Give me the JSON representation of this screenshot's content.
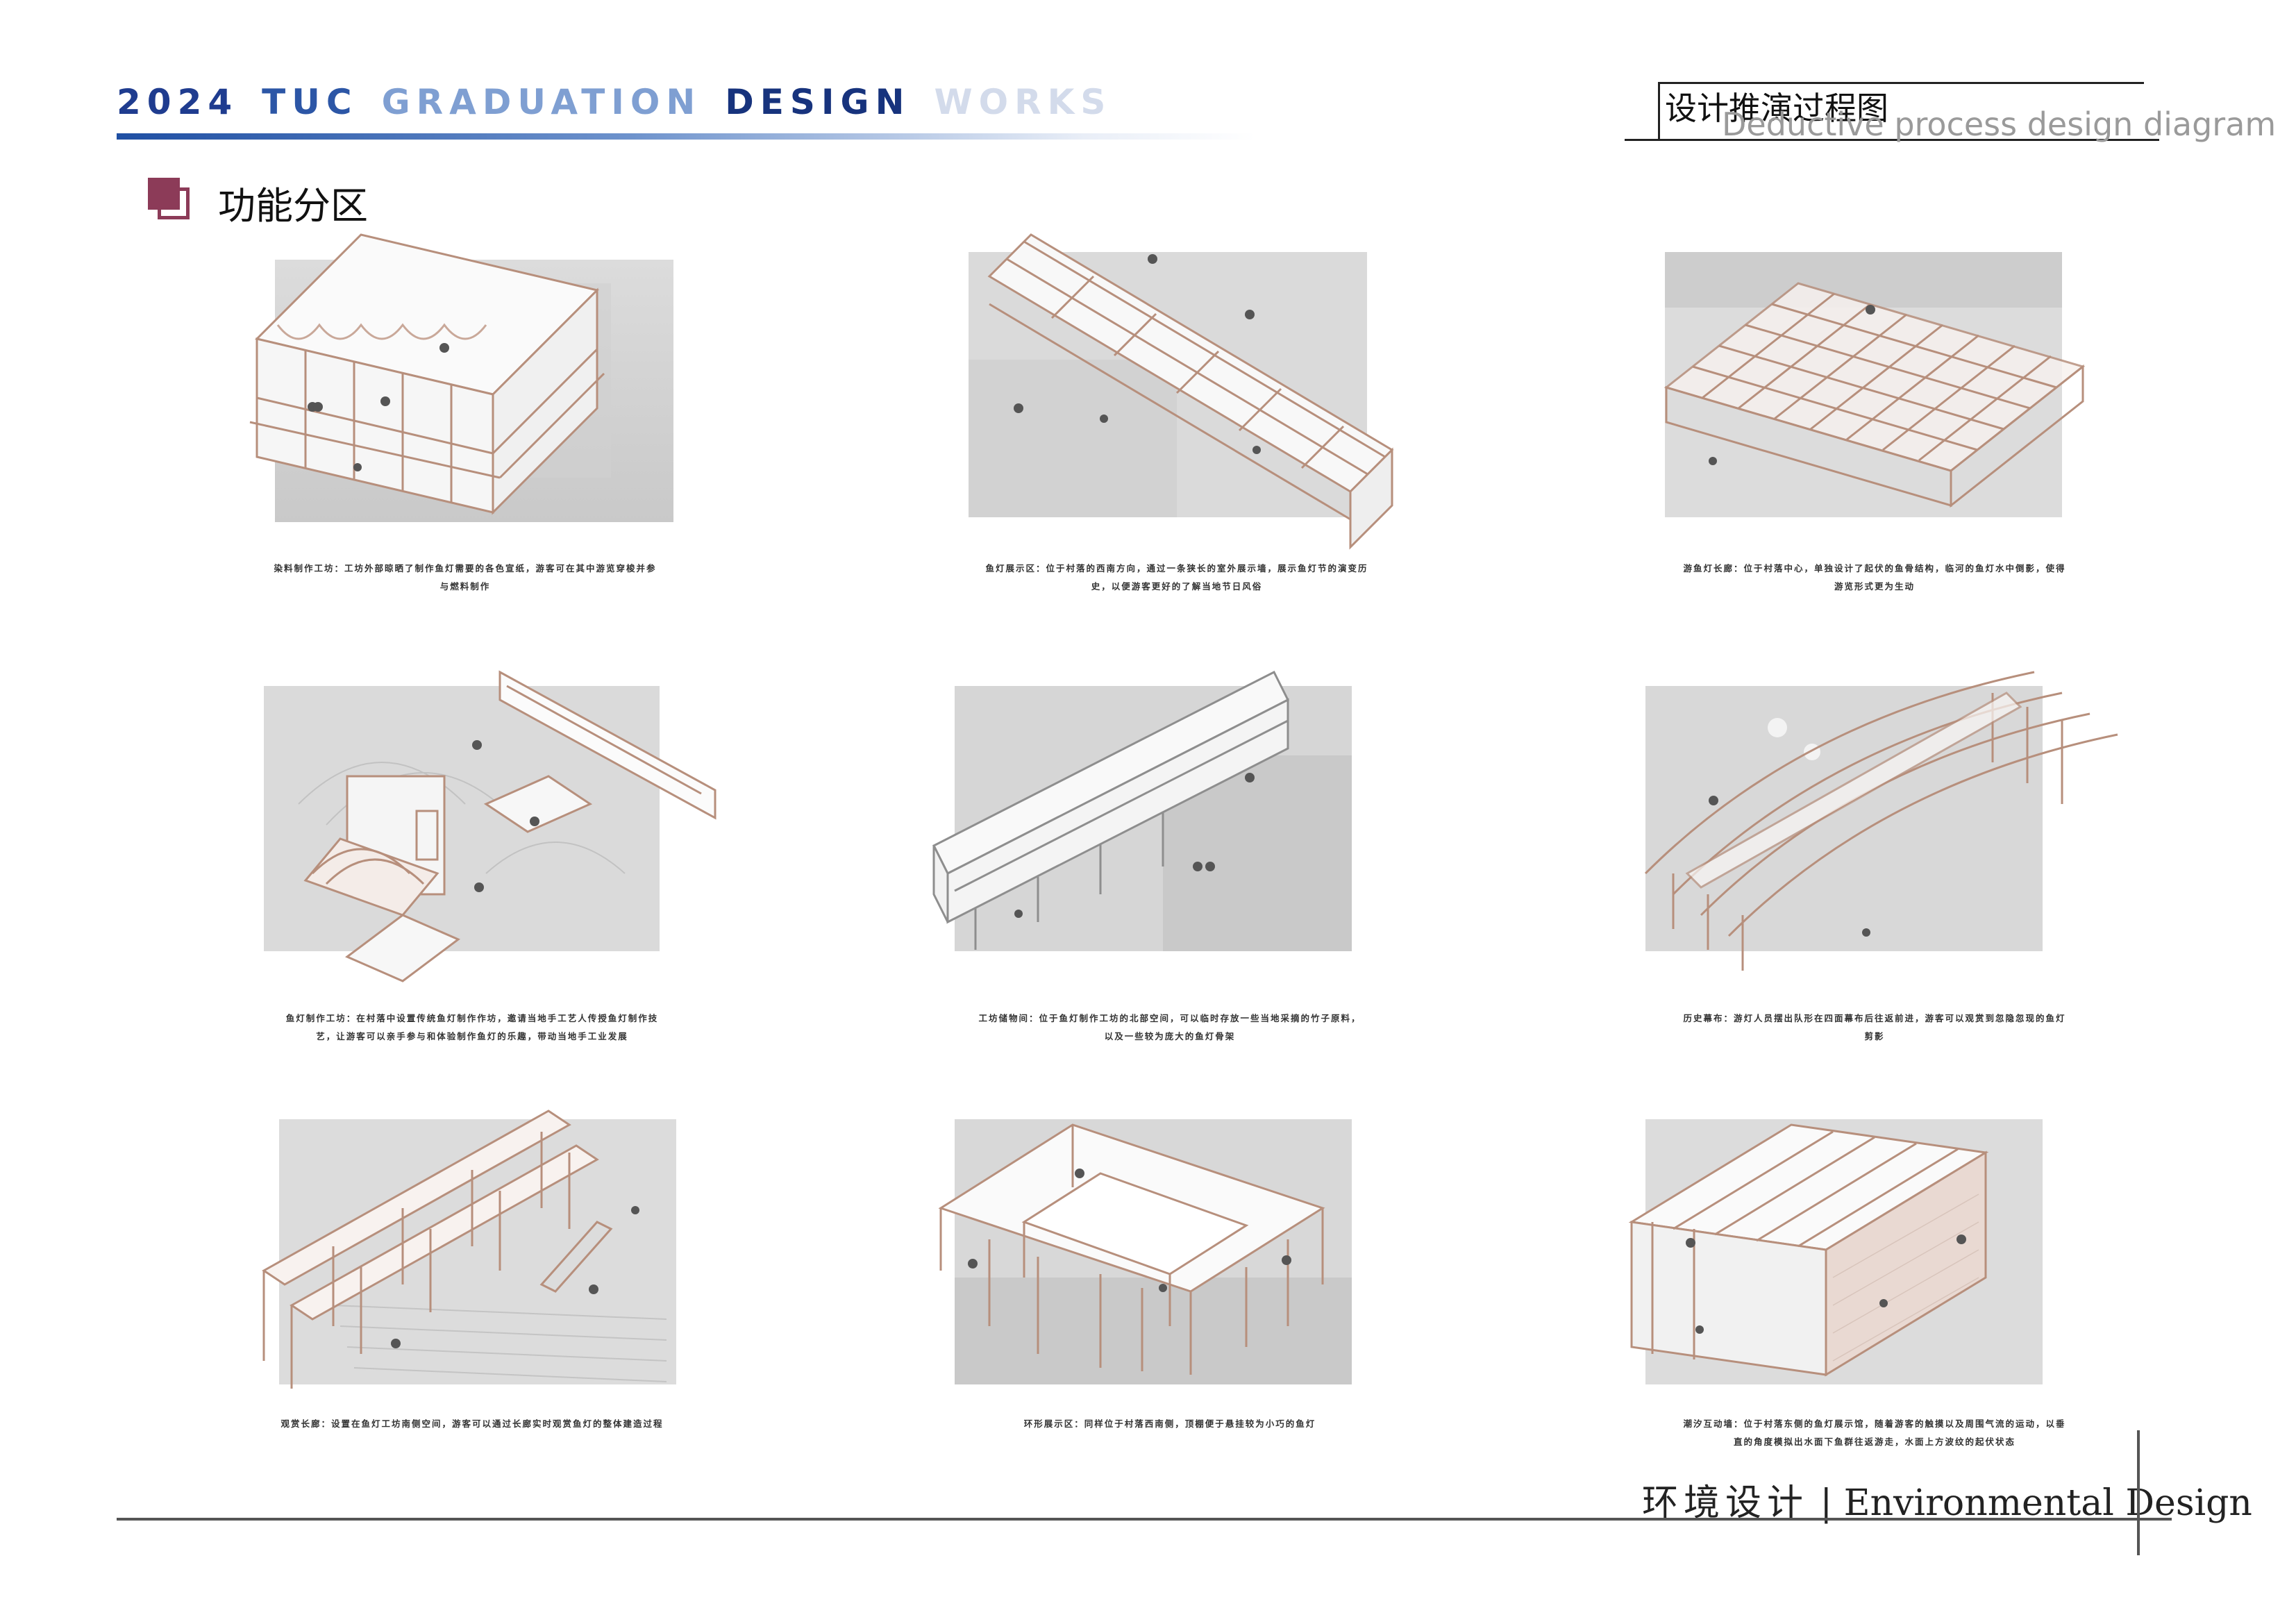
{
  "header": {
    "title_words": [
      "2024",
      "TUC",
      "GRADUATION",
      "DESIGN",
      "WORKS"
    ],
    "section_zh": "设计推演过程图",
    "section_en": "Deductive process design diagram"
  },
  "section": {
    "title": "功能分区"
  },
  "panels": [
    {
      "caption": "染料制作工坊：工坊外部晾晒了制作鱼灯需要的各色宣纸，游客可在其中游览穿梭并参与燃料制作"
    },
    {
      "caption": "鱼灯展示区：位于村落的西南方向，通过一条狭长的室外展示墙，展示鱼灯节的演变历史，以便游客更好的了解当地节日风俗"
    },
    {
      "caption": "游鱼灯长廊：位于村落中心，单独设计了起伏的鱼骨结构，临河的鱼灯水中倒影，使得游览形式更为生动"
    },
    {
      "caption": "鱼灯制作工坊：在村落中设置传统鱼灯制作作坊，邀请当地手工艺人传授鱼灯制作技艺，让游客可以亲手参与和体验制作鱼灯的乐趣，带动当地手工业发展"
    },
    {
      "caption": "工坊储物间：位于鱼灯制作工坊的北部空间，可以临时存放一些当地采摘的竹子原料，以及一些较为庞大的鱼灯骨架"
    },
    {
      "caption": "历史幕布：游灯人员摆出队形在四面幕布后往返前进，游客可以观赏到忽隐忽现的鱼灯剪影"
    },
    {
      "caption": "观赏长廊：设置在鱼灯工坊南侧空间，游客可以通过长廊实时观赏鱼灯的整体建造过程"
    },
    {
      "caption": "环形展示区：同样位于村落西南侧，顶棚便于悬挂较为小巧的鱼灯"
    },
    {
      "caption": "潮汐互动墙：位于村落东侧的鱼灯展示馆，随着游客的触摸以及周围气流的运动，以垂直的角度模拟出水面下鱼群往返游走，水面上方波纹的起伏状态"
    }
  ],
  "footer": {
    "zh": "环境设计",
    "sep": "|",
    "en": "Environmental Design"
  },
  "colors": {
    "accent_blue": "#1f3c8f",
    "section_icon": "#8c3b58",
    "structure_line": "#b78f7c"
  }
}
